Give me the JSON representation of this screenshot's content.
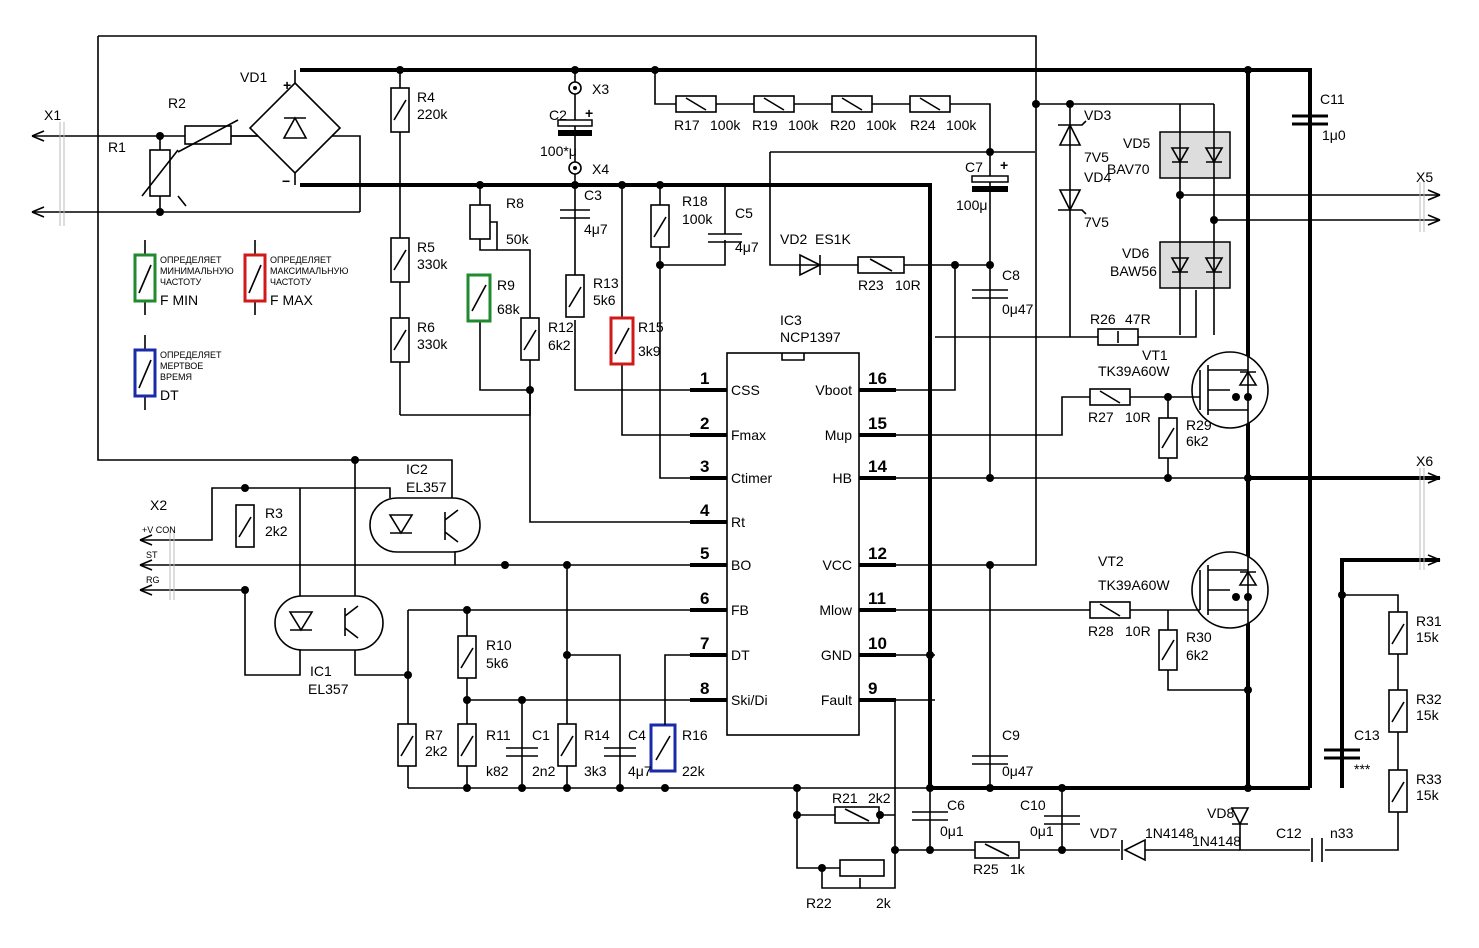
{
  "connectors": {
    "x1": "X1",
    "x2": "X2",
    "x3": "X3",
    "x4": "X4",
    "x5": "X5",
    "x6": "X6",
    "x2_pins": [
      "+V CON",
      "ST",
      "RG"
    ]
  },
  "ic": {
    "name": "IC3",
    "part": "NCP1397",
    "left_pins": [
      {
        "n": "1",
        "l": "CSS"
      },
      {
        "n": "2",
        "l": "Fmax"
      },
      {
        "n": "3",
        "l": "Ctimer"
      },
      {
        "n": "4",
        "l": "Rt"
      },
      {
        "n": "5",
        "l": "BO"
      },
      {
        "n": "6",
        "l": "FB"
      },
      {
        "n": "7",
        "l": "DT"
      },
      {
        "n": "8",
        "l": "Ski/Di"
      }
    ],
    "right_pins": [
      {
        "n": "16",
        "l": "Vboot"
      },
      {
        "n": "15",
        "l": "Mup"
      },
      {
        "n": "14",
        "l": "HB"
      },
      {
        "n": "12",
        "l": "VCC"
      },
      {
        "n": "11",
        "l": "Mlow"
      },
      {
        "n": "10",
        "l": "GND"
      },
      {
        "n": "9",
        "l": "Fault"
      }
    ]
  },
  "components": {
    "R1": "R1",
    "R2": "R2",
    "VD1": "VD1",
    "R4": [
      "R4",
      "220k"
    ],
    "R5": [
      "R5",
      "330k"
    ],
    "R6": [
      "R6",
      "330k"
    ],
    "C2": [
      "C2",
      "100*μ"
    ],
    "R8": [
      "R8",
      "50k"
    ],
    "R9": [
      "R9",
      "68k"
    ],
    "C3": [
      "C3",
      "4μ7"
    ],
    "R12": [
      "R12",
      "6k2"
    ],
    "R13": [
      "R13",
      "5k6"
    ],
    "R15": [
      "R15",
      "3k9"
    ],
    "R18": [
      "R18",
      "100k"
    ],
    "C5": [
      "C5",
      "4μ7"
    ],
    "R17": [
      "R17",
      "100k"
    ],
    "R19": [
      "R19",
      "100k"
    ],
    "R20": [
      "R20",
      "100k"
    ],
    "R24": [
      "R24",
      "100k"
    ],
    "C7": [
      "C7",
      "100μ"
    ],
    "VD2": [
      "VD2",
      "ES1K"
    ],
    "R23": [
      "R23",
      "10R"
    ],
    "C8": [
      "C8",
      "0μ47"
    ],
    "VD3": [
      "VD3",
      "7V5"
    ],
    "VD4": [
      "VD4",
      "7V5"
    ],
    "VD5": [
      "VD5",
      "BAV70"
    ],
    "VD6": [
      "VD6",
      "BAW56"
    ],
    "C11": [
      "C11",
      "1μ0"
    ],
    "R26": [
      "R26",
      "47R"
    ],
    "VT1": [
      "VT1",
      "TK39A60W"
    ],
    "R27": [
      "R27",
      "10R"
    ],
    "R29": [
      "R29",
      "6k2"
    ],
    "VT2": [
      "VT2",
      "TK39A60W"
    ],
    "R28": [
      "R28",
      "10R"
    ],
    "R30": [
      "R30",
      "6k2"
    ],
    "IC1": [
      "IC1",
      "EL357"
    ],
    "IC2": [
      "IC2",
      "EL357"
    ],
    "R3": [
      "R3",
      "2k2"
    ],
    "R7": [
      "R7",
      "2k2"
    ],
    "R10": [
      "R10",
      "5k6"
    ],
    "R11": [
      "R11",
      "k82"
    ],
    "C1": [
      "C1",
      "2n2"
    ],
    "R14": [
      "R14",
      "3k3"
    ],
    "C4": [
      "C4",
      "4μ7"
    ],
    "R16": [
      "R16",
      "22k"
    ],
    "C9": [
      "C9",
      "0μ47"
    ],
    "R21": [
      "R21",
      "2k2"
    ],
    "R22": [
      "R22",
      "2k"
    ],
    "C6": [
      "C6",
      "0μ1"
    ],
    "R25": [
      "R25",
      "1k"
    ],
    "C10": [
      "C10",
      "0μ1"
    ],
    "VD7": [
      "VD7",
      "1N4148"
    ],
    "VD8": [
      "VD8",
      "1N4148"
    ],
    "C12": [
      "C12",
      "n33"
    ],
    "C13": [
      "C13",
      "***"
    ],
    "R31": [
      "R31",
      "15k"
    ],
    "R32": [
      "R32",
      "15k"
    ],
    "R33": [
      "R33",
      "15k"
    ]
  },
  "legend": [
    {
      "color": "#1f8a2e",
      "text": [
        "ОПРЕДЕЛЯЕТ",
        "МИНИМАЛЬНУЮ",
        "ЧАСТОТУ"
      ],
      "label": "F MIN"
    },
    {
      "color": "#d01a1a",
      "text": [
        "ОПРЕДЕЛЯЕТ",
        "МАКСИМАЛЬНУЮ",
        "ЧАСТОТУ"
      ],
      "label": "F MAX"
    },
    {
      "color": "#1a2aa8",
      "text": [
        "ОПРЕДЕЛЯЕТ",
        "МЕРТВОЕ",
        "ВРЕМЯ"
      ],
      "label": "DT"
    }
  ]
}
